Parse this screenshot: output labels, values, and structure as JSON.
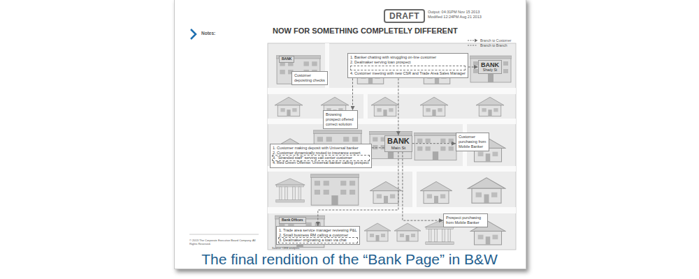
{
  "diagram": {
    "title": "NOW FOR SOMETHING COMPLETELY DIFFERENT",
    "caption": "The final rendition of the “Bank Page” in B&W",
    "nodes": [
      {
        "text": [
          "BANK"
        ]
      },
      {
        "text": [
          "Customer depositing checks"
        ]
      },
      {
        "text": [
          "1. Banker chatting with struggling on-line customer",
          "2. Dealmaker serving loan prospect",
          "4. Customer meeting with new CSR and Trade Area Sales Manager"
        ]
      },
      {
        "text": [
          "BANK",
          "Shady St"
        ]
      },
      {
        "text": [
          "Browsing prospect offered correct solution"
        ]
      },
      {
        "text": [
          "BANK",
          "Main St"
        ]
      },
      {
        "text": [
          "Customer purchasing from Mobile Banker"
        ]
      },
      {
        "text": [
          "1. Customer making deposit with Universal banker",
          "2. Customer dynamically routed to insurance expert",
          "3. “Stranded staff” serving call center customer",
          "4. Red Green Offense: Universal banker calling prospect"
        ]
      },
      {
        "text": [
          "Bank Offices"
        ]
      },
      {
        "text": [
          "1. Trade area service manager reviewing P&L",
          "2. Small business RM calling a customer",
          "3. Dealmaker originating a loan via chat"
        ]
      },
      {
        "text": [
          "Prospect purchasing from Mobile Banker"
        ]
      }
    ],
    "edges": [
      {
        "from": 2,
        "to": 3,
        "arrow": "to"
      },
      {
        "from": 2,
        "to": 4,
        "arrow": "to"
      },
      {
        "from": 2,
        "to": 5,
        "arrow": "to"
      },
      {
        "from": 5,
        "to": 6,
        "arrow": "to"
      },
      {
        "from": 7,
        "to": 5,
        "arrow": "none"
      },
      {
        "from": 5,
        "to": 9,
        "arrow": "to"
      },
      {
        "from": 5,
        "to": 10,
        "arrow": "to"
      }
    ],
    "labels": [
      "DRAFT",
      "Output: 04:31PM Nov 15 2013",
      "Modified 12:24PM Aug 21 2013",
      "Notes:",
      "© 2013 The Corporate Executive Board Company. All Rights Reserved.",
      "Source: CEB analysis."
    ],
    "legend": [
      {
        "text": "Branch to Customer"
      },
      {
        "text": "Branch to Branch"
      }
    ]
  }
}
